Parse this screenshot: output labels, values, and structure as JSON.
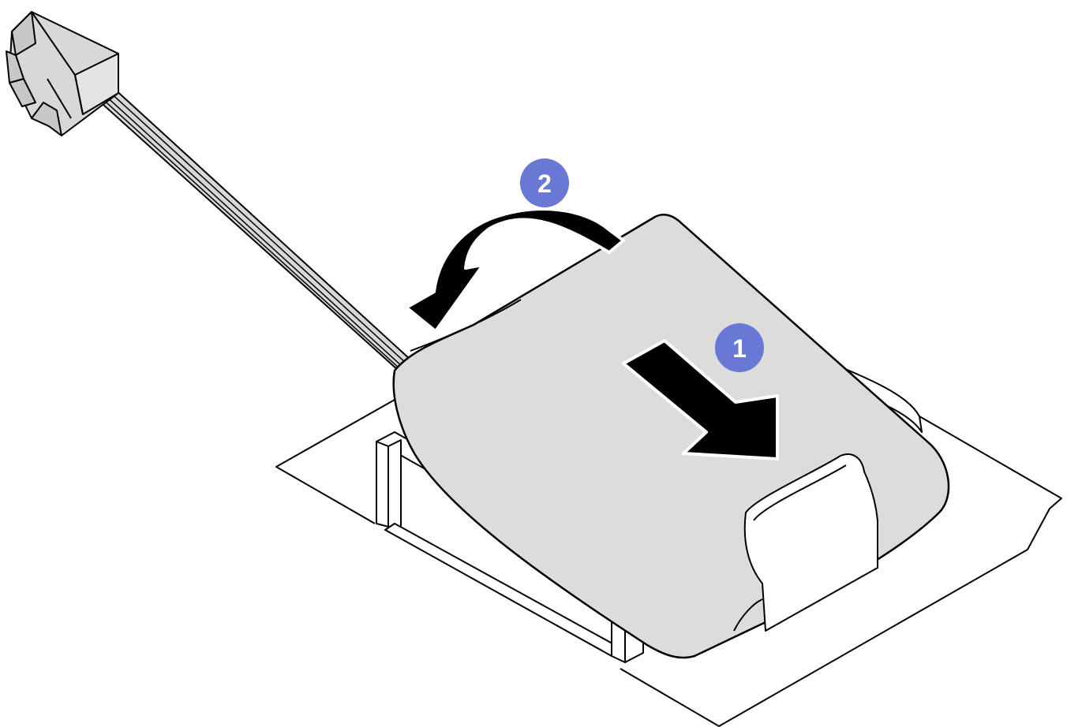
{
  "diagram": {
    "callouts": [
      {
        "id": "step-1",
        "label": "1"
      },
      {
        "id": "step-2",
        "label": "2"
      }
    ],
    "colors": {
      "callout_fill": "#6878d4",
      "battery_fill": "#dcdcdc",
      "line": "#000000",
      "arrow": "#000000",
      "background": "#ffffff"
    },
    "icons": [
      "power-connector-icon",
      "straight-arrow-icon",
      "curved-arrow-icon"
    ]
  }
}
